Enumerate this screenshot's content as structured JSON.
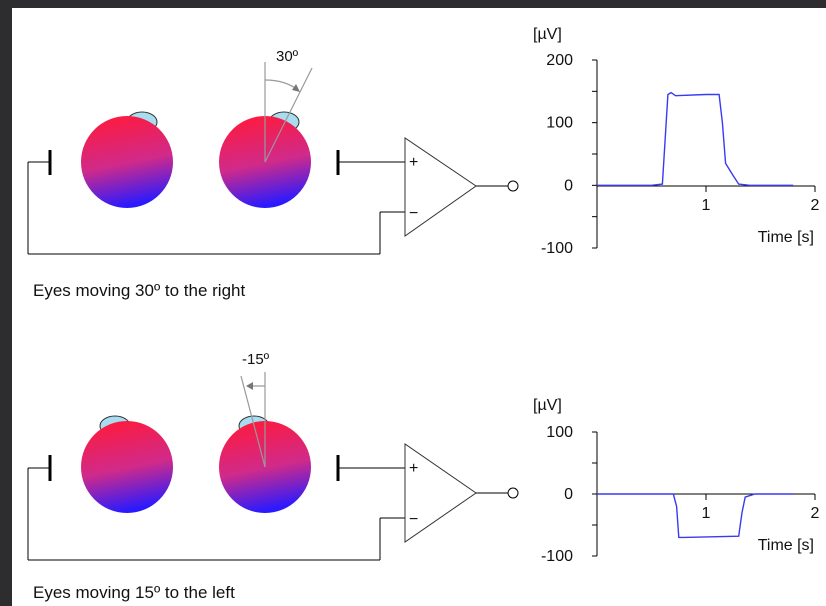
{
  "panels": [
    {
      "caption": "Eyes moving 30º to the right",
      "angle_label": "30º",
      "angle_deg": 30,
      "chart_data": {
        "type": "line",
        "unit_label": "[µV]",
        "xlabel": "Time [s]",
        "y_ticks": [
          "200",
          "100",
          "0",
          "-100"
        ],
        "x_ticks": [
          "1",
          "2"
        ],
        "ylim": [
          -100,
          200
        ],
        "xlim": [
          0,
          2
        ],
        "series": [
          {
            "color": "#3a3af0",
            "x": [
              0.0,
              0.5,
              0.6,
              0.65,
              0.68,
              0.72,
              1.0,
              1.12,
              1.15,
              1.18,
              1.25,
              1.3,
              1.4,
              1.6,
              1.8
            ],
            "y": [
              0,
              0,
              2,
              145,
              148,
              143,
              145,
              145,
              100,
              35,
              15,
              2,
              0,
              0,
              0
            ]
          }
        ]
      }
    },
    {
      "caption": "Eyes moving 15º to the left",
      "angle_label": "-15º",
      "angle_deg": -15,
      "chart_data": {
        "type": "line",
        "unit_label": "[µV]",
        "xlabel": "Time [s]",
        "y_ticks": [
          "100",
          "0",
          "-100"
        ],
        "x_ticks": [
          "1",
          "2"
        ],
        "ylim": [
          -100,
          100
        ],
        "xlim": [
          0,
          2
        ],
        "series": [
          {
            "color": "#3a3af0",
            "x": [
              0.0,
              0.5,
              0.7,
              0.73,
              0.75,
              0.8,
              1.3,
              1.33,
              1.36,
              1.45,
              1.6,
              1.8
            ],
            "y": [
              0,
              0,
              0,
              -20,
              -70,
              -70,
              -68,
              -30,
              -5,
              0,
              0,
              0
            ]
          }
        ]
      }
    }
  ],
  "amp_signs": {
    "plus": "+",
    "minus": "−"
  }
}
